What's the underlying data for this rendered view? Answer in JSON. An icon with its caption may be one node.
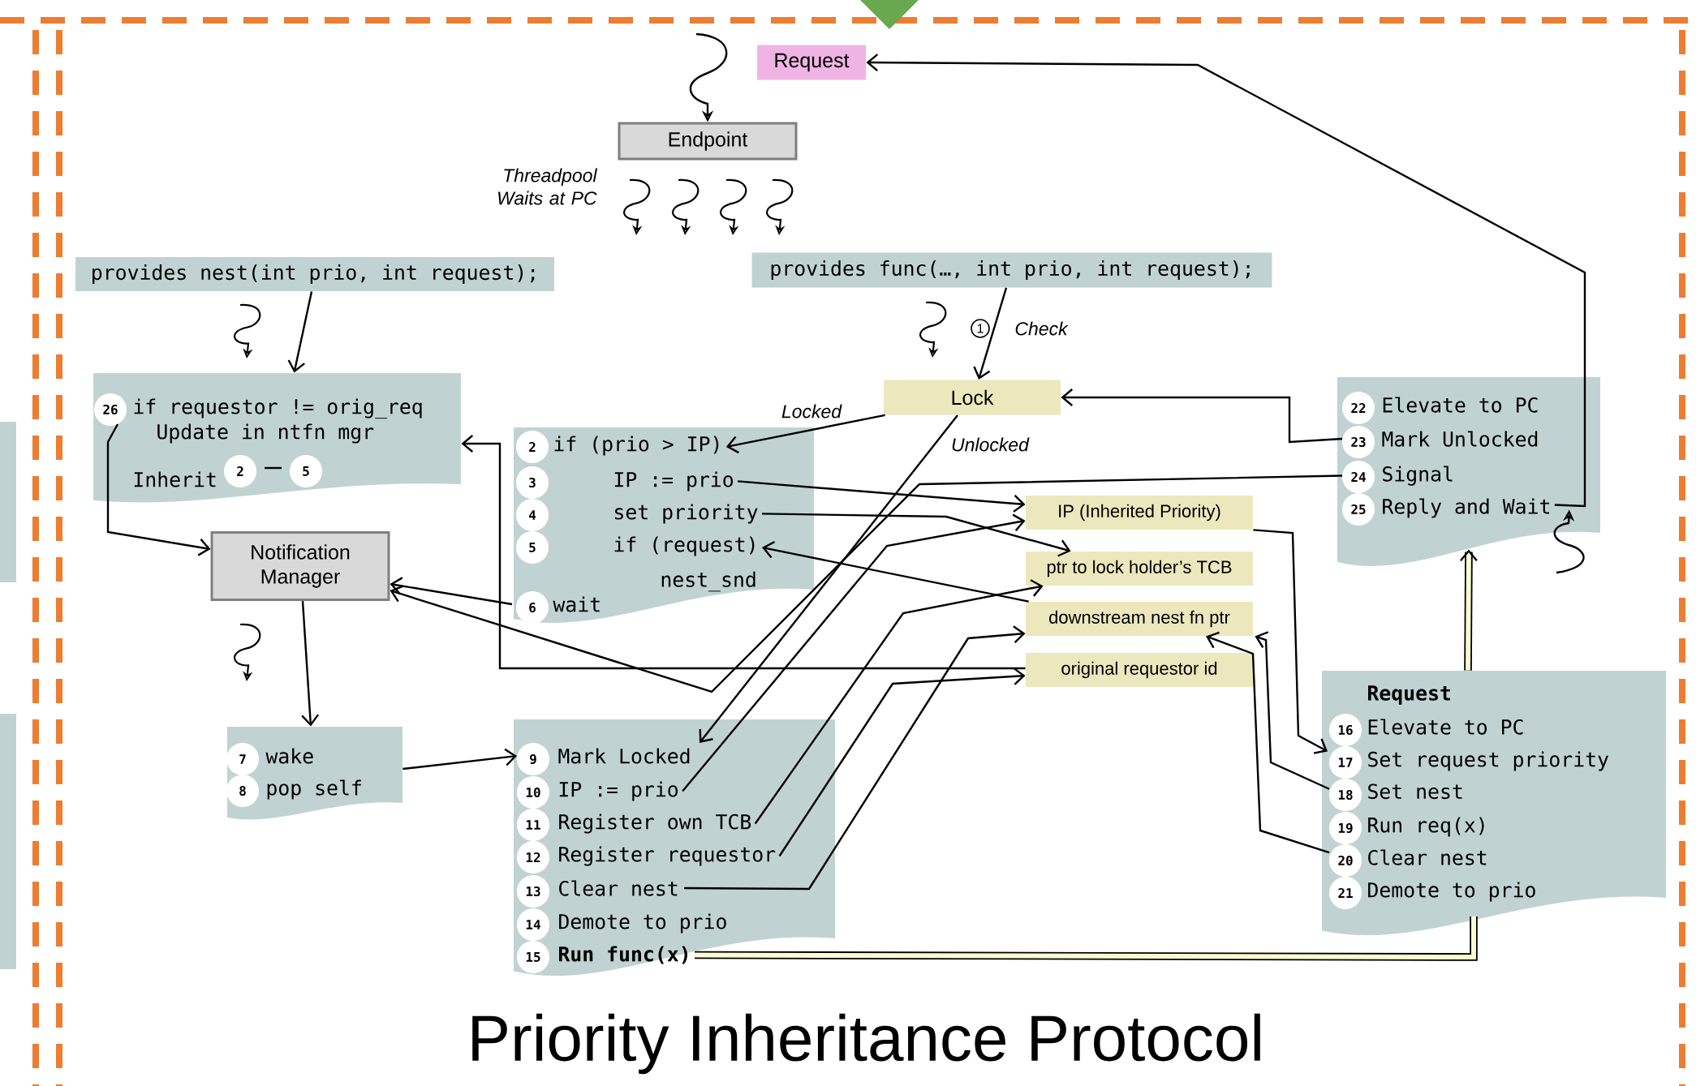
{
  "diagram": {
    "title": "Priority Inheritance Protocol",
    "nodes": [
      {
        "text": [
          "Request"
        ]
      },
      {
        "text": [
          "Endpoint"
        ]
      },
      {
        "text": [
          "provides nest(int prio, int request);"
        ]
      },
      {
        "text": [
          "provides func(…, int prio, int request);"
        ]
      },
      {
        "text": [
          "Lock"
        ]
      },
      {
        "text": [],
        "shape": "box"
      },
      {
        "text": [
          "26",
          "if requestor != orig_req",
          "Update in ntfn mgr"
        ],
        "in": 5
      },
      {
        "text": [
          "Inherit",
          "2",
          "5"
        ],
        "in": 5
      },
      {
        "text": [
          "Notification Manager"
        ]
      },
      {
        "text": [],
        "shape": "box"
      },
      {
        "text": [
          "2",
          "if (prio > IP)"
        ],
        "in": 9
      },
      {
        "text": [
          "3",
          "IP := prio"
        ],
        "in": 9
      },
      {
        "text": [
          "4",
          "set priority"
        ],
        "in": 9
      },
      {
        "text": [
          "5",
          "if (request)"
        ],
        "in": 9
      },
      {
        "text": [
          "6",
          "wait"
        ],
        "in": 9
      },
      {
        "text": [
          "IP (Inherited Priority)"
        ]
      },
      {
        "text": [
          "ptr to lock holder’s TCB"
        ]
      },
      {
        "text": [
          "downstream nest fn ptr"
        ]
      },
      {
        "text": [
          "original requestor id"
        ]
      },
      {
        "text": [],
        "shape": "box"
      },
      {
        "text": [
          "7",
          "wake"
        ],
        "in": 19
      },
      {
        "text": [
          "8",
          "pop self"
        ],
        "in": 19
      },
      {
        "text": [],
        "shape": "box"
      },
      {
        "text": [
          "9",
          "Mark Locked"
        ],
        "in": 22
      },
      {
        "text": [
          "10",
          "IP := prio"
        ],
        "in": 22
      },
      {
        "text": [
          "11",
          "Register own TCB"
        ],
        "in": 22
      },
      {
        "text": [
          "12",
          "Register requestor"
        ],
        "in": 22
      },
      {
        "text": [
          "13",
          "Clear nest"
        ],
        "in": 22
      },
      {
        "text": [
          "14",
          "Demote to prio"
        ],
        "in": 22
      },
      {
        "text": [
          "15",
          "Run func(x)"
        ],
        "in": 22
      },
      {
        "text": [],
        "shape": "box"
      },
      {
        "text": [
          "22",
          "Elevate to PC"
        ],
        "in": 30
      },
      {
        "text": [
          "23",
          "Mark Unlocked"
        ],
        "in": 30
      },
      {
        "text": [
          "24",
          "Signal"
        ],
        "in": 30
      },
      {
        "text": [
          "25",
          "Reply and Wait"
        ],
        "in": 30
      },
      {
        "text": [
          "Request"
        ]
      },
      {
        "text": [
          "16",
          "Elevate to PC"
        ],
        "in": 35
      },
      {
        "text": [
          "17",
          "Set request priority"
        ],
        "in": 35
      },
      {
        "text": [
          "18",
          "Set nest"
        ],
        "in": 35
      },
      {
        "text": [
          "19",
          "Run req(x)"
        ],
        "in": 35
      },
      {
        "text": [
          "20",
          "Clear nest"
        ],
        "in": 35
      },
      {
        "text": [
          "21",
          "Demote to prio"
        ],
        "in": 35
      },
      {
        "text": [
          "nest_snd"
        ],
        "in": 9
      }
    ],
    "edges": [
      {
        "from": null,
        "to": 1,
        "arrow": "to"
      },
      {
        "from": 34,
        "to": 0,
        "arrow": "to"
      },
      {
        "from": null,
        "to": 34,
        "arrow": "to"
      },
      {
        "from": 2,
        "to": 5,
        "arrow": "to"
      },
      {
        "from": 3,
        "to": 4,
        "arrow": "to",
        "label": "Check"
      },
      {
        "from": 4,
        "to": 10,
        "arrow": "to",
        "label": "Locked"
      },
      {
        "from": 4,
        "to": 23,
        "arrow": "to",
        "label": "Unlocked"
      },
      {
        "from": 11,
        "to": 15,
        "arrow": "to"
      },
      {
        "from": 12,
        "to": 16,
        "arrow": "to"
      },
      {
        "from": 17,
        "to": 13,
        "arrow": "to"
      },
      {
        "from": 14,
        "to": 8,
        "arrow": "to"
      },
      {
        "from": 18,
        "to": 5,
        "arrow": "to"
      },
      {
        "from": 33,
        "to": 8,
        "arrow": "to"
      },
      {
        "from": 24,
        "to": 15,
        "arrow": "to"
      },
      {
        "from": 25,
        "to": 16,
        "arrow": "to"
      },
      {
        "from": 26,
        "to": 18,
        "arrow": "to"
      },
      {
        "from": 27,
        "to": 17,
        "arrow": "to"
      },
      {
        "from": 15,
        "to": 37,
        "arrow": "to"
      },
      {
        "from": 38,
        "to": 17,
        "arrow": "to"
      },
      {
        "from": 40,
        "to": 17,
        "arrow": "to"
      },
      {
        "from": 32,
        "to": 4,
        "arrow": "to"
      },
      {
        "from": 29,
        "to": 35,
        "arrow": "none",
        "style": "thick"
      },
      {
        "from": 35,
        "to": 30,
        "arrow": "to",
        "style": "thick"
      },
      {
        "from": 19,
        "to": 23,
        "arrow": "to"
      },
      {
        "from": 8,
        "to": 19,
        "arrow": "to"
      },
      {
        "from": 6,
        "to": 8,
        "arrow": "to"
      }
    ],
    "labels": [
      "Threadpool Waits at PC",
      "1"
    ]
  }
}
